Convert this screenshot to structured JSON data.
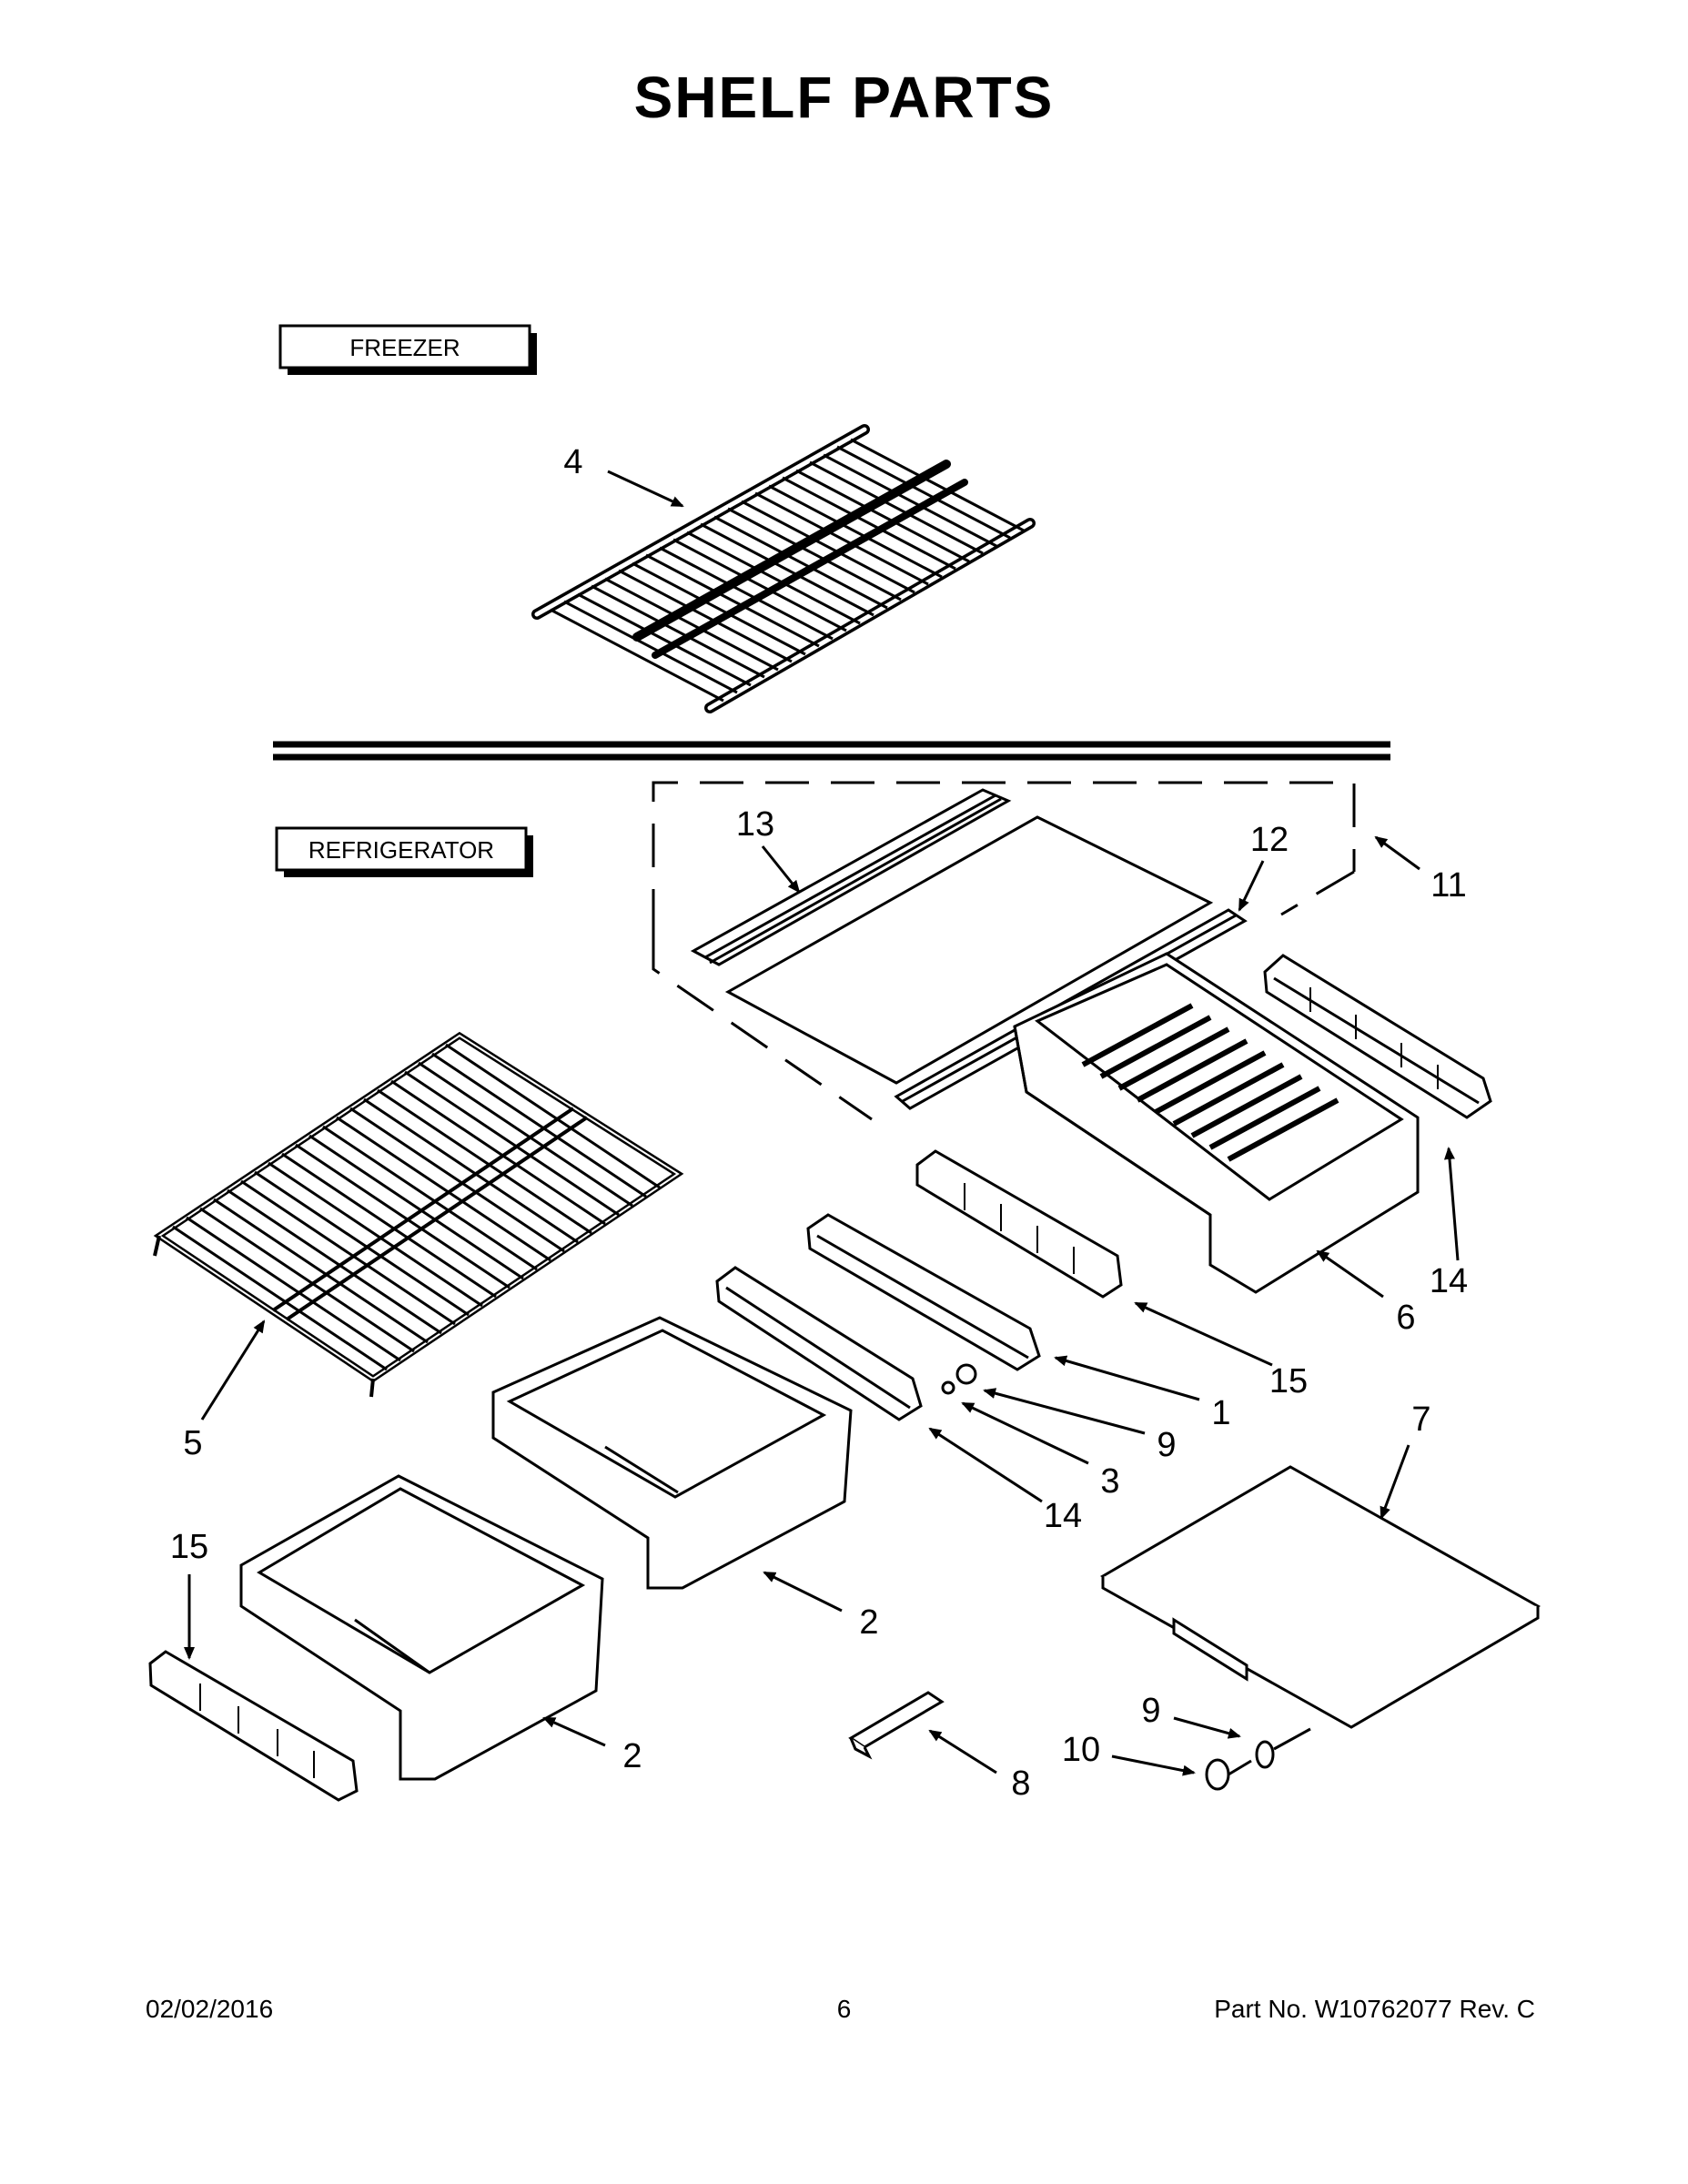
{
  "page": {
    "title": "SHELF  PARTS",
    "footer": {
      "date": "02/02/2016",
      "page_number": "6",
      "part_info": "Part No.  W10762077   Rev.  C"
    }
  },
  "sections": {
    "freezer": "FREEZER",
    "refrigerator": "REFRIGERATOR"
  },
  "callouts": {
    "c4": "4",
    "c13": "13",
    "c12": "12",
    "c11": "11",
    "c14a": "14",
    "c6": "6",
    "c15a": "15",
    "c1": "1",
    "c9a": "9",
    "c3": "3",
    "c14b": "14",
    "c5": "5",
    "c7": "7",
    "c15b": "15",
    "c2a": "2",
    "c2b": "2",
    "c9b": "9",
    "c10": "10",
    "c8": "8"
  }
}
